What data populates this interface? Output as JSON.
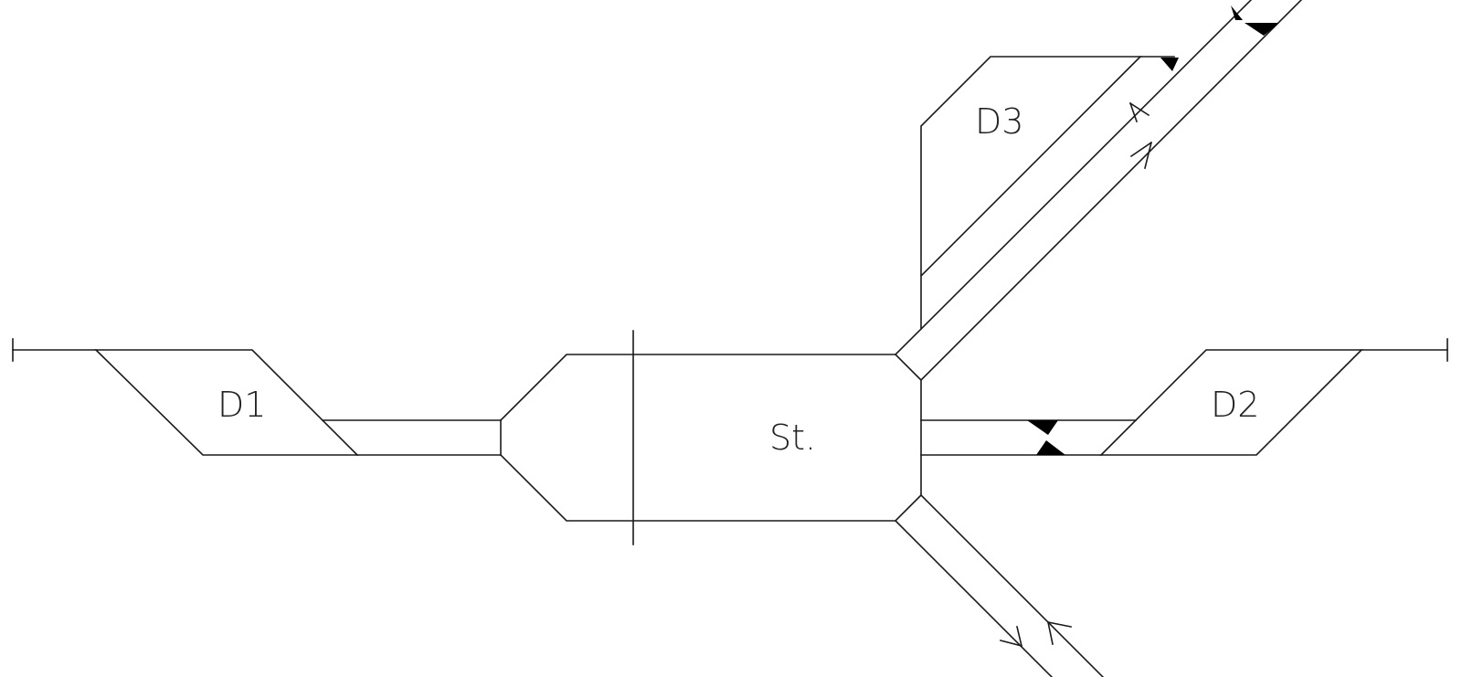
{
  "diagram": {
    "labels": {
      "station": "St.",
      "depot_1": "D1",
      "depot_2": "D2",
      "depot_3": "D3"
    },
    "colors": {
      "background": "#ffffff",
      "stroke": "#1a1a1a",
      "mark": "#000000",
      "text": "#222222"
    }
  }
}
